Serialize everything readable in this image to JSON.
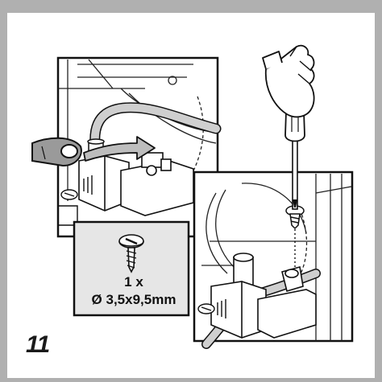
{
  "step": {
    "number": "11"
  },
  "screw_spec": {
    "quantity": "1 x",
    "size": "Ø 3,5x9,5mm"
  },
  "colors": {
    "frame": "#b0b0b0",
    "label_box": "#e6e6e6",
    "line": "#111111",
    "cable": "#bdbdbd"
  },
  "icons": [
    "screw-icon",
    "screwdriver-icon",
    "cable-clip-icon",
    "arrow-icon"
  ]
}
